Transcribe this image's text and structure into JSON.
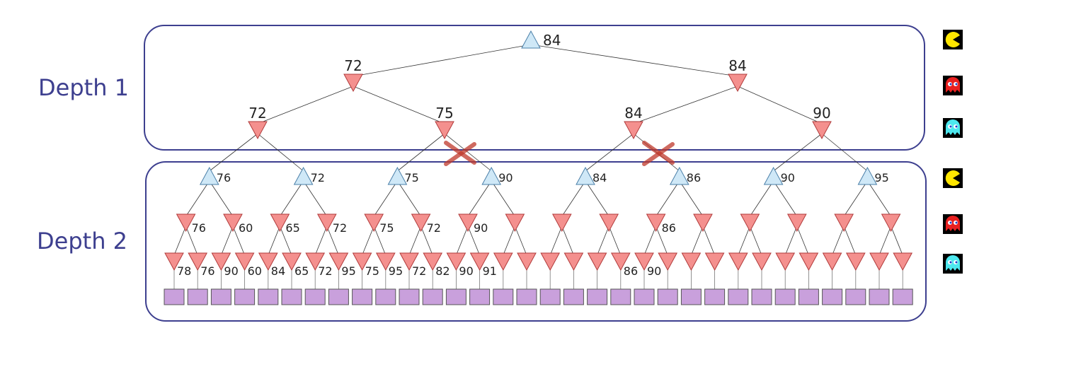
{
  "depth_labels": [
    "Depth 1",
    "Depth 2"
  ],
  "agent_icons": [
    "pacman-icon",
    "red-ghost-icon",
    "cyan-ghost-icon",
    "pacman-icon",
    "red-ghost-icon",
    "cyan-ghost-icon"
  ],
  "colors": {
    "max_node": "#cfe8f7",
    "min_node": "#f4908e",
    "terminal": "#c9a0dc",
    "box_border": "#3d3f8f",
    "label_text": "#3d3f8f",
    "prune_mark": "#c0392b"
  },
  "tree": {
    "root": "84",
    "level1": [
      "72",
      "84"
    ],
    "level2": [
      "72",
      "75",
      "84",
      "90"
    ],
    "level3": [
      "76",
      "72",
      "75",
      "90",
      "84",
      "86",
      "90",
      "95"
    ],
    "level4": [
      "76",
      "60",
      "65",
      "72",
      "75",
      "72",
      "90",
      "",
      "",
      "",
      "86",
      "",
      "",
      "",
      "",
      ""
    ],
    "level5": [
      "78",
      "76",
      "90",
      "60",
      "84",
      "65",
      "72",
      "95",
      "75",
      "95",
      "72",
      "82",
      "90",
      "91",
      "",
      "",
      "",
      "",
      "",
      "86",
      "90",
      "",
      "",
      "",
      "",
      "",
      "",
      "",
      "",
      "",
      "",
      ""
    ],
    "terminal_count": 32
  },
  "pruned_edges": [
    {
      "from_level": 2,
      "from_index": 1,
      "child_index": 3
    },
    {
      "from_level": 2,
      "from_index": 2,
      "child_index": 5
    }
  ]
}
